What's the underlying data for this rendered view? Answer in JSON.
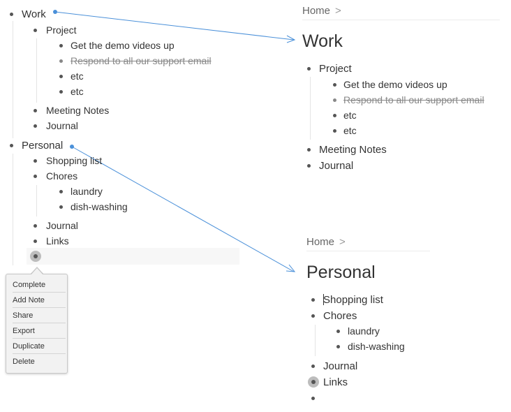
{
  "outline": {
    "work": {
      "label": "Work",
      "project": {
        "label": "Project",
        "items": [
          "Get the demo videos up",
          "Respond to all our support email",
          "etc",
          "etc"
        ]
      },
      "meeting_notes": "Meeting Notes",
      "journal": "Journal"
    },
    "personal": {
      "label": "Personal",
      "shopping_list": "Shopping list",
      "chores": {
        "label": "Chores",
        "items": [
          "laundry",
          "dish-washing"
        ]
      },
      "journal": "Journal",
      "links": "Links"
    }
  },
  "context_menu": {
    "items": [
      "Complete",
      "Add Note",
      "Share",
      "Export",
      "Duplicate",
      "Delete"
    ]
  },
  "work_view": {
    "breadcrumb": {
      "home": "Home",
      "separator": ">"
    },
    "title": "Work",
    "project": {
      "label": "Project",
      "items": [
        "Get the demo videos up",
        "Respond to all our support email",
        "etc",
        "etc"
      ]
    },
    "meeting_notes": "Meeting Notes",
    "journal": "Journal"
  },
  "personal_view": {
    "breadcrumb": {
      "home": "Home",
      "separator": ">"
    },
    "title": "Personal",
    "shopping_list": "Shopping list",
    "chores": {
      "label": "Chores",
      "items": [
        "laundry",
        "dish-washing"
      ]
    },
    "journal": "Journal",
    "links": "Links"
  },
  "colors": {
    "arrow": "#4a90d9",
    "completed_text": "#888888",
    "menu_bg": "#f2f2f2"
  }
}
